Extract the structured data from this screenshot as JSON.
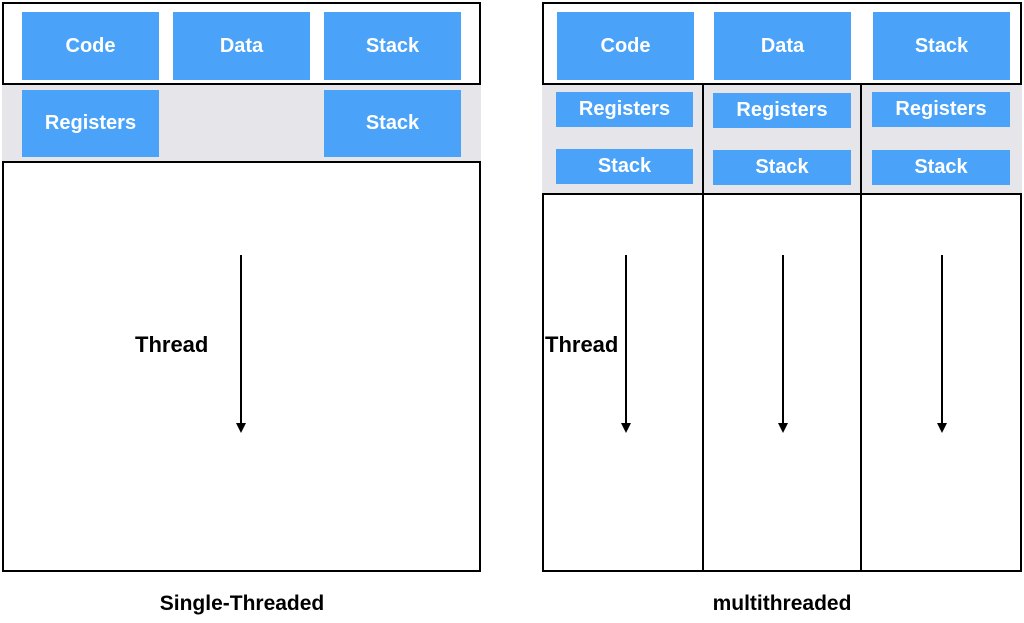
{
  "single": {
    "shared": [
      "Code",
      "Data",
      "Stack"
    ],
    "thread_blocks": [
      "Registers",
      "Stack"
    ],
    "thread_label": "Thread",
    "caption": "Single-Threaded"
  },
  "multi": {
    "shared": [
      "Code",
      "Data",
      "Stack"
    ],
    "threads": [
      {
        "registers": "Registers",
        "stack": "Stack"
      },
      {
        "registers": "Registers",
        "stack": "Stack"
      },
      {
        "registers": "Registers",
        "stack": "Stack"
      }
    ],
    "thread_label": "Thread",
    "caption": "multithreaded"
  },
  "colors": {
    "block": "#4aa3f8",
    "band": "#e6e6ea"
  }
}
